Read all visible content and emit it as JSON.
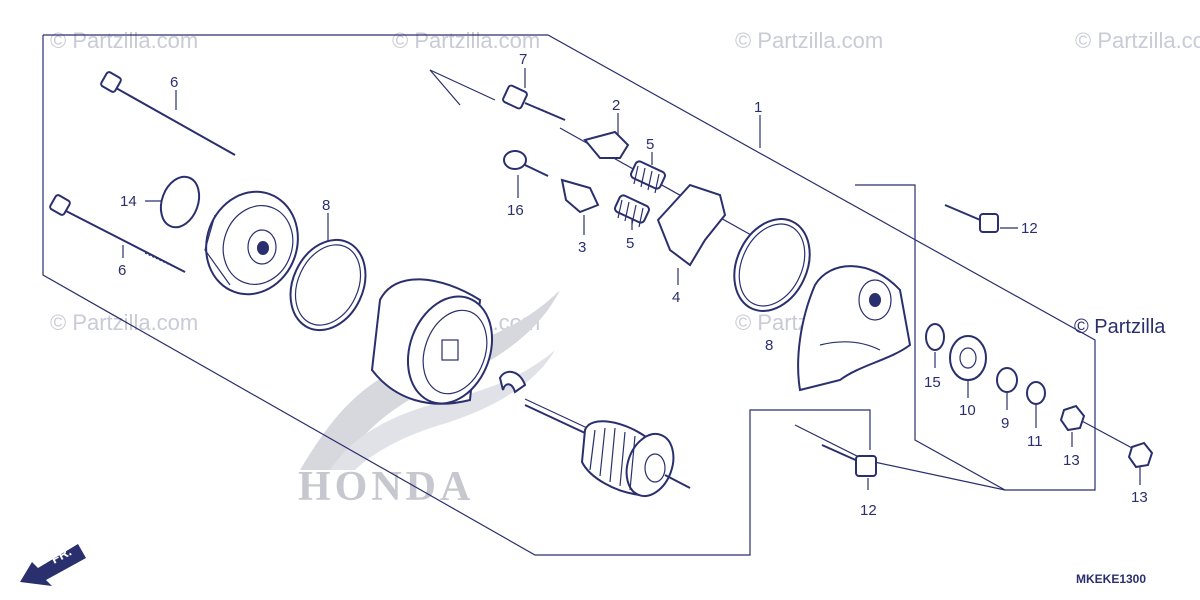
{
  "watermark": {
    "text": "© Partzilla.com",
    "brand_text": "© Partzilla"
  },
  "diagram_code": "MKEKE1300",
  "front_arrow_label": "FR.",
  "logo_text": "HONDA",
  "callouts": {
    "c1": "1",
    "c2": "2",
    "c3": "3",
    "c4": "4",
    "c5a": "5",
    "c5b": "5",
    "c6a": "6",
    "c6b": "6",
    "c7": "7",
    "c8a": "8",
    "c8b": "8",
    "c9": "9",
    "c10": "10",
    "c11": "11",
    "c12a": "12",
    "c12b": "12",
    "c13a": "13",
    "c13b": "13",
    "c14": "14",
    "c15": "15",
    "c16": "16"
  },
  "colors": {
    "ink": "#2a2f6e",
    "watermark": "#c9cbd6",
    "background": "#ffffff"
  }
}
